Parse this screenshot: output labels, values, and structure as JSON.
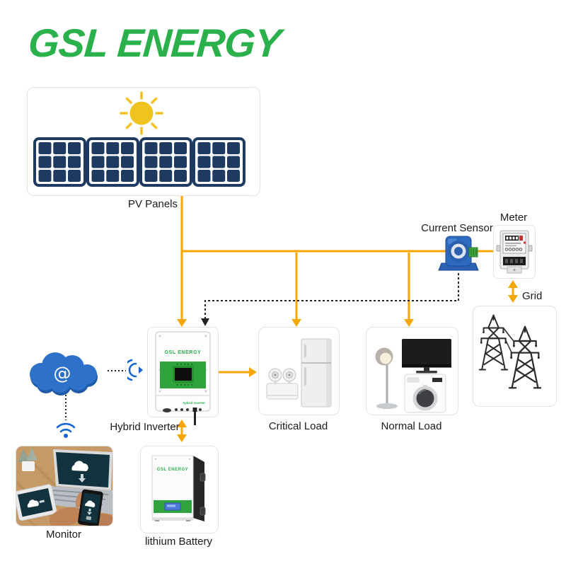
{
  "brand": {
    "logo_text": "GSL ENERGY"
  },
  "diagram": {
    "nodes": {
      "pv_panels": {
        "label": "PV Panels"
      },
      "current_sensor": {
        "label": "Current Sensor"
      },
      "meter": {
        "label": "Meter"
      },
      "grid": {
        "label": "Grid"
      },
      "hybrid_inverter": {
        "label": "Hybrid Inverter",
        "device_brand": "GSL ENERGY",
        "device_caption": "hybrid inverter"
      },
      "critical_load": {
        "label": "Critical Load"
      },
      "normal_load": {
        "label": "Normal Load"
      },
      "cloud": {
        "symbol": "@"
      },
      "monitor": {
        "label": "Monitor"
      },
      "battery": {
        "label": "lithium Battery",
        "device_brand": "GSL ENERGY"
      }
    },
    "colors": {
      "brand_green": "#2BB14C",
      "device_green": "#2FA33C",
      "line_orange": "#F7A600",
      "panel_navy": "#1F3A60",
      "sun_yellow": "#F0C420",
      "cloud_blue": "#2D72C8",
      "wifi_blue": "#1464D2",
      "sensor_blue": "#2E6ABF",
      "box_border": "#E2E2E2",
      "label_black": "#1A1A1A"
    }
  }
}
